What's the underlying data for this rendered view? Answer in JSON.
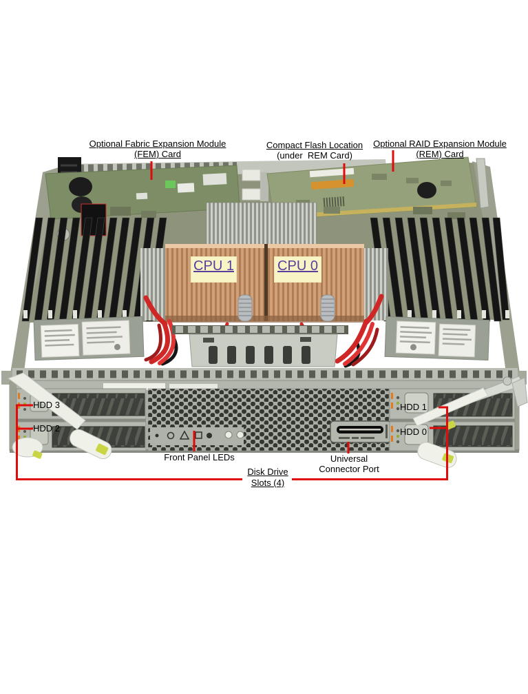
{
  "callouts": {
    "fem": {
      "line1": "Optional Fabric Expansion Module",
      "line2": "(FEM) Card"
    },
    "compact_flash": {
      "line1": "Compact Flash Location",
      "line2": "(under  REM Card)"
    },
    "rem": {
      "line1": "Optional RAID Expansion Module",
      "line2": "(REM) Card"
    },
    "cpu1": "CPU 1",
    "cpu0": "CPU 0",
    "hdd3": "HDD 3",
    "hdd2": "HDD 2",
    "hdd1": "HDD 1",
    "hdd0": "HDD 0",
    "front_panel_leds": "Front Panel LEDs",
    "universal_connector_port": {
      "line1": "Universal",
      "line2": "Connector Port"
    },
    "disk_drive_slots": {
      "line1": "Disk Drive",
      "line2": "Slots (4)"
    }
  },
  "colors": {
    "background": "#ffffff",
    "leader_line": "#e00b0b",
    "callout_text": "#000000",
    "cpu_label_text": "#5a3e9c",
    "cpu_label_bg": "#f8f4c6"
  }
}
